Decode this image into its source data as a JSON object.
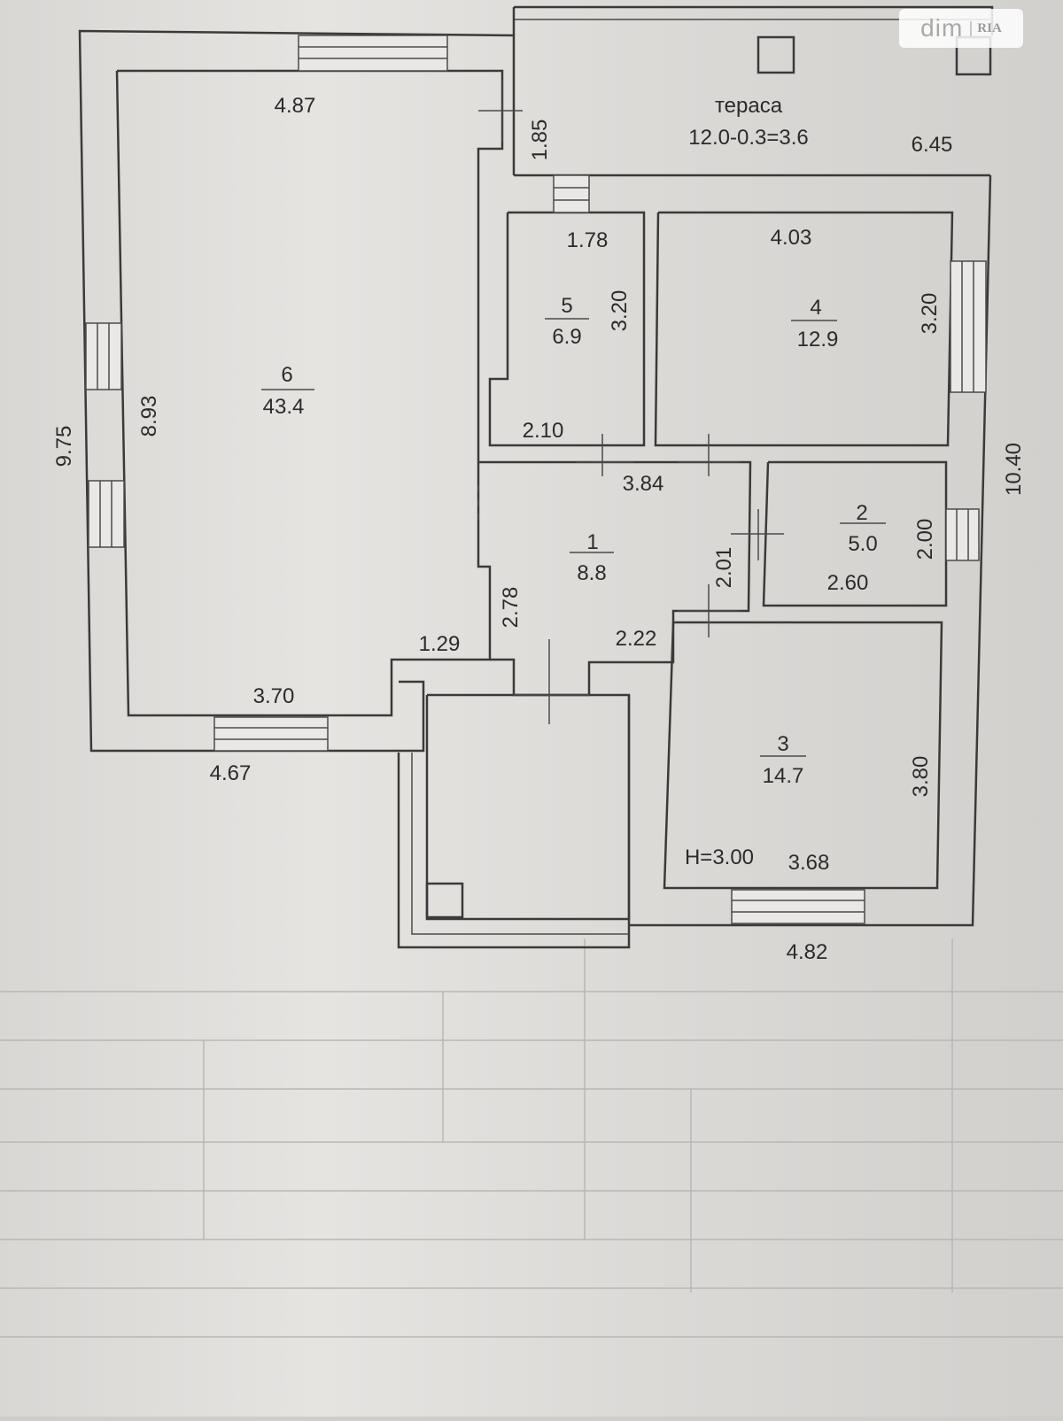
{
  "watermark": {
    "brand": "dim",
    "mark": "RIA"
  },
  "terrace": {
    "label": "тераса",
    "formula": "12.0-0.3=3.6",
    "height_dim": "1.85",
    "width_dim": "6.45"
  },
  "rooms": [
    {
      "id": "6",
      "number": "6",
      "area": "43.4"
    },
    {
      "id": "5",
      "number": "5",
      "area": "6.9"
    },
    {
      "id": "4",
      "number": "4",
      "area": "12.9"
    },
    {
      "id": "2",
      "number": "2",
      "area": "5.0"
    },
    {
      "id": "1",
      "number": "1",
      "area": "8.8"
    },
    {
      "id": "3",
      "number": "3",
      "area": "14.7"
    }
  ],
  "dimensions": {
    "d_4_87": "4.87",
    "d_1_78": "1.78",
    "d_4_03": "4.03",
    "d_3_20_r5": "3.20",
    "d_3_20_r4": "3.20",
    "d_2_10": "2.10",
    "d_3_84": "3.84",
    "d_8_93": "8.93",
    "d_9_75": "9.75",
    "d_10_40": "10.40",
    "d_2_00": "2.00",
    "d_2_60": "2.60",
    "d_2_01": "2.01",
    "d_2_78": "2.78",
    "d_2_22": "2.22",
    "d_1_29": "1.29",
    "d_3_70": "3.70",
    "d_4_67": "4.67",
    "d_3_80": "3.80",
    "d_h": "H=3.00",
    "d_3_68": "3.68",
    "d_4_82": "4.82"
  }
}
